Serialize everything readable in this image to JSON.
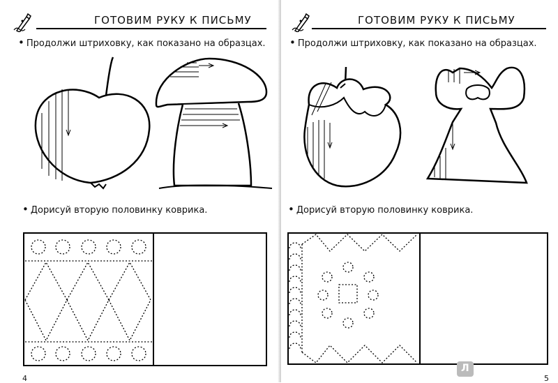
{
  "pages": [
    {
      "header_title": "ГОТОВИМ РУКУ К ПИСЬМУ",
      "task1": "Продолжи штриховку, как показано на образцах.",
      "task2": "Дорисуй вторую половинку коврика.",
      "page_number": "4",
      "figures": [
        "apple-icon",
        "mushroom-icon"
      ]
    },
    {
      "header_title": "ГОТОВИМ РУКУ К ПИСЬМУ",
      "task1": "Продолжи штриховку, как показано на образцах.",
      "task2": "Дорисуй вторую половинку коврика.",
      "page_number": "5",
      "figures": [
        "strawberry-icon",
        "bell-icon"
      ]
    }
  ],
  "watermark": "Л",
  "colors": {
    "ink": "#000000",
    "paper": "#ffffff"
  }
}
